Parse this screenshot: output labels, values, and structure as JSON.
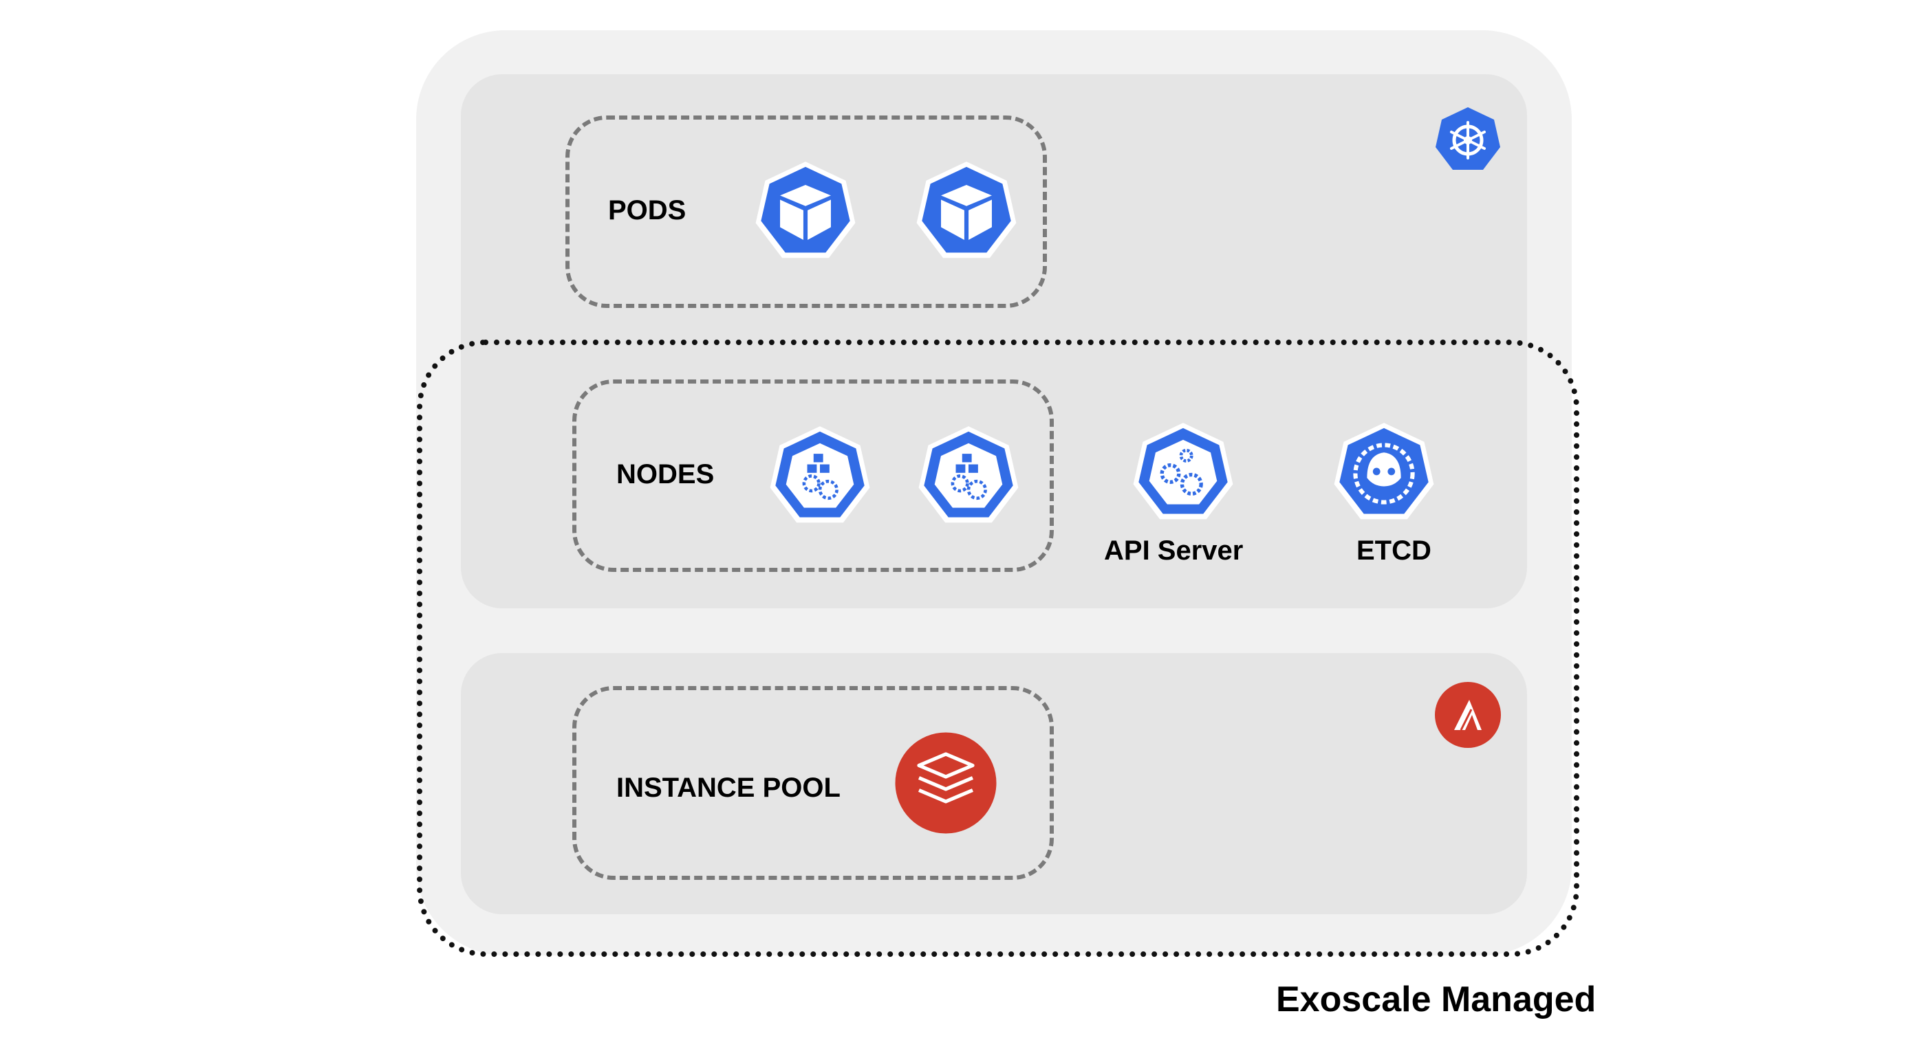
{
  "colors": {
    "kubernetes_blue": "#326ce5",
    "exoscale_red": "#d03a2b",
    "layer_gray": "#e5e5e5",
    "outer_gray": "#f1f1f1"
  },
  "groups": {
    "pods": {
      "label": "PODS",
      "icons": [
        "pod-icon",
        "pod-icon"
      ]
    },
    "nodes": {
      "label": "NODES",
      "icons": [
        "node-icon",
        "node-icon"
      ]
    },
    "instance_pool": {
      "label": "INSTANCE POOL",
      "icons": [
        "instance-pool-icon"
      ]
    }
  },
  "control_plane": {
    "api_server": {
      "label": "API Server",
      "icon": "api-server-icon"
    },
    "etcd": {
      "label": "ETCD",
      "icon": "etcd-icon"
    }
  },
  "badges": {
    "kubernetes": "kubernetes-helm-icon",
    "exoscale": "exoscale-logo-icon"
  },
  "managed": {
    "label": "Exoscale Managed"
  }
}
